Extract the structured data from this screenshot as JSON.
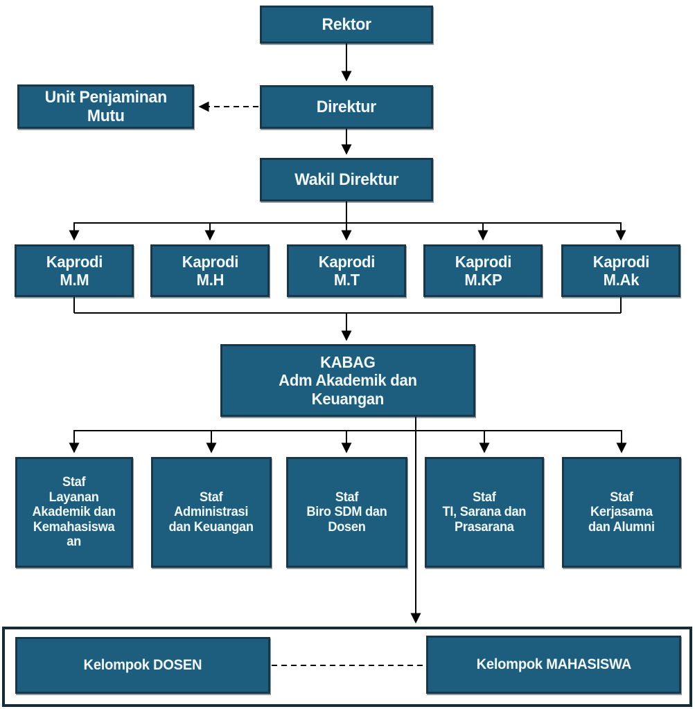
{
  "diagram": {
    "type": "organizational-chart",
    "language": "Indonesian",
    "nodes": {
      "rektor": "Rektor",
      "unit_penjaminan_mutu": "Unit Penjaminan\nMutu",
      "direktur": "Direktur",
      "wakil_direktur": "Wakil Direktur",
      "kaprodi_mm": "Kaprodi\nM.M",
      "kaprodi_mh": "Kaprodi\nM.H",
      "kaprodi_mt": "Kaprodi\nM.T",
      "kaprodi_mkp": "Kaprodi\nM.KP",
      "kaprodi_mak": "Kaprodi\nM.Ak",
      "kabag": "KABAG\nAdm Akademik dan\nKeuangan",
      "staf_layanan": "Staf\nLayanan\nAkademik dan\nKemahasiswa\nan",
      "staf_administrasi": "Staf\nAdministrasi\ndan Keuangan",
      "staf_biro_sdm": "Staf\nBiro SDM dan\nDosen",
      "staf_ti": "Staf\nTI, Sarana dan\nPrasarana",
      "staf_kerjasama": "Staf\nKerjasama\ndan Alumni",
      "kelompok_dosen": "Kelompok DOSEN",
      "kelompok_mahasiswa": "Kelompok MAHASISWA"
    },
    "relations": {
      "solid_arrows": "hierarchical command lines",
      "dashed_lines": "coordination lines (Direktur–Unit Penjaminan Mutu, Kelompok DOSEN–Kelompok MAHASISWA)"
    }
  },
  "colors": {
    "box_fill": "#1d5e7e",
    "box_border": "#17374b",
    "text_color": "#f2f9fc",
    "line_color": "#000000",
    "container_border": "#122c3d",
    "page_bg": "#ffffff"
  }
}
